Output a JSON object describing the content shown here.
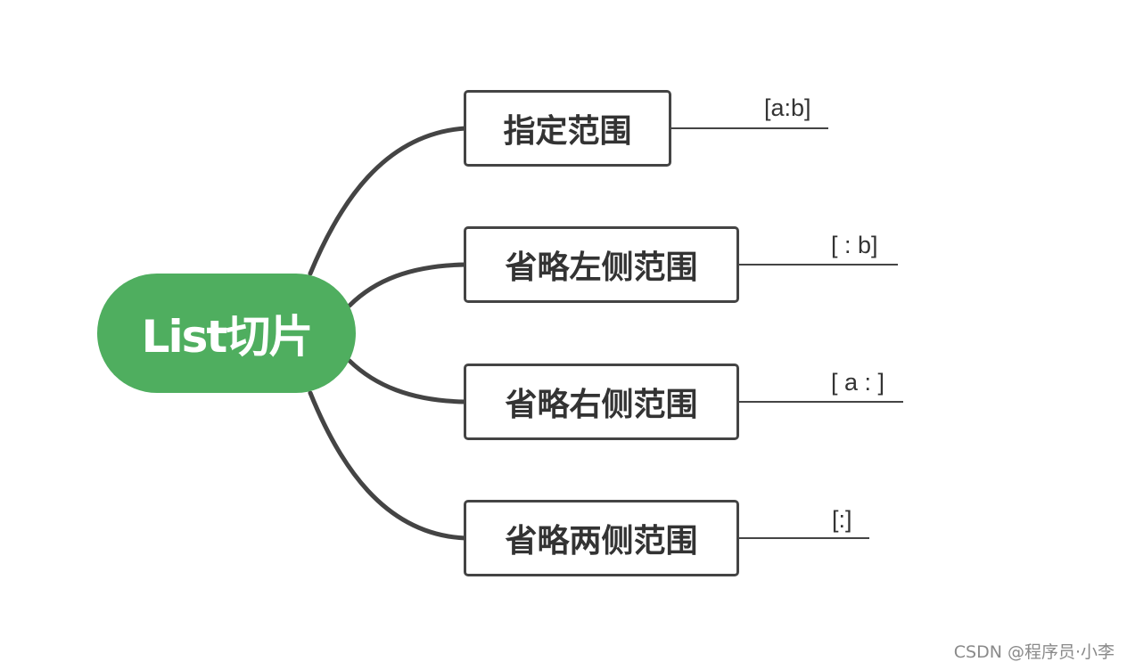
{
  "root": {
    "label": "List切片"
  },
  "branches": [
    {
      "label": "指定范围",
      "note": "[a:b]"
    },
    {
      "label": "省略左侧范围",
      "note": "[ : b]"
    },
    {
      "label": "省略右侧范围",
      "note": "[ a : ]"
    },
    {
      "label": "省略两侧范围",
      "note": "[:]"
    }
  ],
  "watermark": "CSDN @程序员·小李",
  "colors": {
    "root_fill": "#4fae5f",
    "connector": "#444444",
    "text": "#333333"
  }
}
